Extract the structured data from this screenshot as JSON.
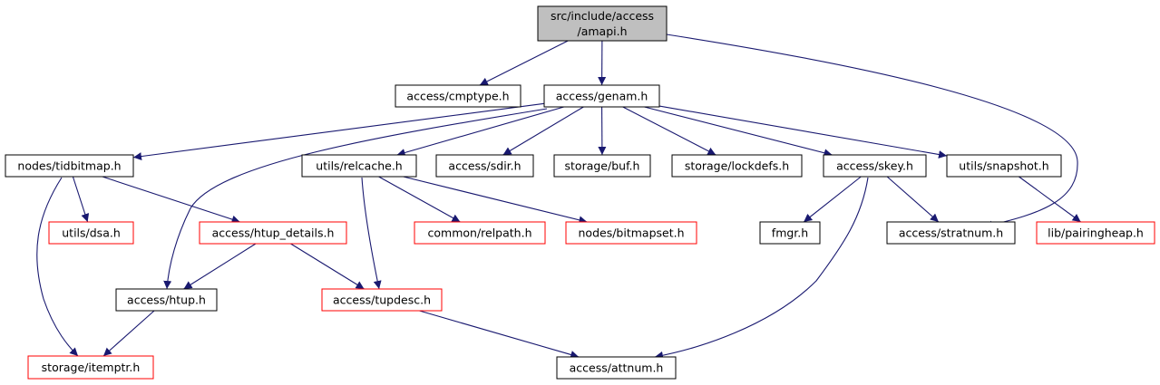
{
  "colors": {
    "edge": "#191970",
    "root_fill": "#bfbfbf",
    "normal_border": "#000000",
    "incomplete_border": "#ff0000",
    "text": "#000000"
  },
  "nodes": [
    {
      "id": "root",
      "lines": [
        "src/include/access",
        "/amapi.h"
      ],
      "style": "root"
    },
    {
      "id": "cmptype",
      "lines": [
        "access/cmptype.h"
      ],
      "style": "normal"
    },
    {
      "id": "genam",
      "lines": [
        "access/genam.h"
      ],
      "style": "normal"
    },
    {
      "id": "tidbitmap",
      "lines": [
        "nodes/tidbitmap.h"
      ],
      "style": "normal"
    },
    {
      "id": "relcache",
      "lines": [
        "utils/relcache.h"
      ],
      "style": "normal"
    },
    {
      "id": "sdir",
      "lines": [
        "access/sdir.h"
      ],
      "style": "normal"
    },
    {
      "id": "buf",
      "lines": [
        "storage/buf.h"
      ],
      "style": "normal"
    },
    {
      "id": "lockdefs",
      "lines": [
        "storage/lockdefs.h"
      ],
      "style": "normal"
    },
    {
      "id": "skey",
      "lines": [
        "access/skey.h"
      ],
      "style": "normal"
    },
    {
      "id": "snapshot",
      "lines": [
        "utils/snapshot.h"
      ],
      "style": "normal"
    },
    {
      "id": "dsa",
      "lines": [
        "utils/dsa.h"
      ],
      "style": "incomplete"
    },
    {
      "id": "htup_details",
      "lines": [
        "access/htup_details.h"
      ],
      "style": "incomplete"
    },
    {
      "id": "relpath",
      "lines": [
        "common/relpath.h"
      ],
      "style": "incomplete"
    },
    {
      "id": "bitmapset",
      "lines": [
        "nodes/bitmapset.h"
      ],
      "style": "incomplete"
    },
    {
      "id": "fmgr",
      "lines": [
        "fmgr.h"
      ],
      "style": "normal"
    },
    {
      "id": "stratnum",
      "lines": [
        "access/stratnum.h"
      ],
      "style": "normal"
    },
    {
      "id": "pairingheap",
      "lines": [
        "lib/pairingheap.h"
      ],
      "style": "incomplete"
    },
    {
      "id": "htup",
      "lines": [
        "access/htup.h"
      ],
      "style": "normal"
    },
    {
      "id": "tupdesc",
      "lines": [
        "access/tupdesc.h"
      ],
      "style": "incomplete"
    },
    {
      "id": "itemptr",
      "lines": [
        "storage/itemptr.h"
      ],
      "style": "incomplete"
    },
    {
      "id": "attnum",
      "lines": [
        "access/attnum.h"
      ],
      "style": "normal"
    }
  ],
  "edges": [
    {
      "from": "root",
      "to": "cmptype"
    },
    {
      "from": "root",
      "to": "genam"
    },
    {
      "from": "root",
      "to": "stratnum"
    },
    {
      "from": "genam",
      "to": "tidbitmap"
    },
    {
      "from": "genam",
      "to": "htup"
    },
    {
      "from": "genam",
      "to": "relcache"
    },
    {
      "from": "genam",
      "to": "sdir"
    },
    {
      "from": "genam",
      "to": "buf"
    },
    {
      "from": "genam",
      "to": "lockdefs"
    },
    {
      "from": "genam",
      "to": "skey"
    },
    {
      "from": "genam",
      "to": "snapshot"
    },
    {
      "from": "tidbitmap",
      "to": "dsa"
    },
    {
      "from": "tidbitmap",
      "to": "htup_details"
    },
    {
      "from": "tidbitmap",
      "to": "itemptr"
    },
    {
      "from": "relcache",
      "to": "relpath"
    },
    {
      "from": "relcache",
      "to": "bitmapset"
    },
    {
      "from": "relcache",
      "to": "tupdesc"
    },
    {
      "from": "skey",
      "to": "fmgr"
    },
    {
      "from": "skey",
      "to": "stratnum"
    },
    {
      "from": "skey",
      "to": "attnum"
    },
    {
      "from": "snapshot",
      "to": "pairingheap"
    },
    {
      "from": "htup_details",
      "to": "htup"
    },
    {
      "from": "htup_details",
      "to": "tupdesc"
    },
    {
      "from": "htup",
      "to": "itemptr"
    },
    {
      "from": "tupdesc",
      "to": "attnum"
    }
  ]
}
